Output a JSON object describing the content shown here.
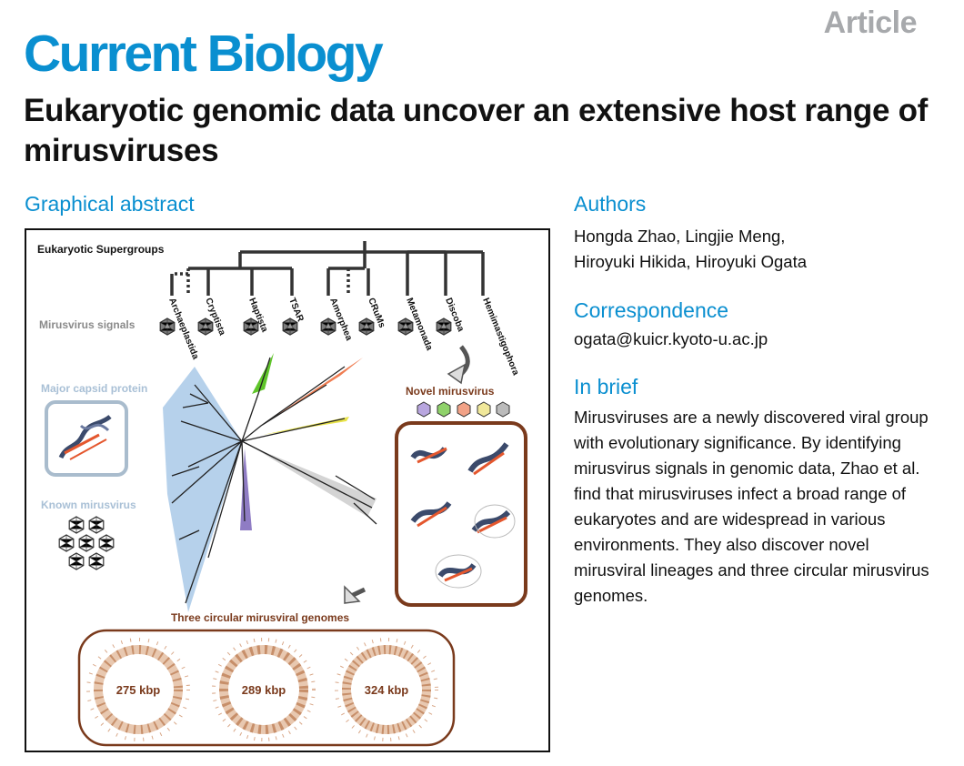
{
  "header": {
    "article_type": "Article",
    "journal": "Current Biology",
    "title": "Eukaryotic genomic data uncover an extensive host range of mirusviruses"
  },
  "sections": {
    "graphical_abstract": "Graphical abstract",
    "authors": "Authors",
    "correspondence": "Correspondence",
    "in_brief": "In brief"
  },
  "authors": {
    "line1": "Hongda Zhao, Lingjie Meng,",
    "line2": "Hiroyuki Hikida, Hiroyuki Ogata"
  },
  "correspondence_email": "ogata@kuicr.kyoto-u.ac.jp",
  "in_brief_text": "Mirusviruses are a newly discovered viral group with evolutionary significance. By identifying mirusvirus signals in genomic data, Zhao et al. find that mirusviruses infect a broad range of eukaryotes and are widespread in various environments. They also discover novel mirusviral lineages and three circular mirusvirus genomes.",
  "graphical_abstract": {
    "supergroups_title": "Eukaryotic Supergroups",
    "supergroups": [
      "Archaeplastida",
      "Cryptista",
      "Haptista",
      "TSAR",
      "Amorphea",
      "CRuMs",
      "Metamonada",
      "Discoba",
      "Hemimastigophora"
    ],
    "mirusvirus_signals_label": "Mirusvirus signals",
    "major_capsid_label": "Major capsid protein",
    "known_mirusvirus_label": "Known mirusvirus",
    "novel_mirusvirus_label": "Novel mirusvirus",
    "genomes_title": "Three circular mirusviral genomes",
    "genomes": [
      "275 kbp",
      "289 kbp",
      "324 kbp"
    ],
    "colors": {
      "accent_blue": "#0a8fd0",
      "known_clade": "#a9c9e8",
      "green_clade": "#5fc52a",
      "orange_clade": "#ef7d52",
      "yellow_clade": "#e8e34a",
      "purple_clade": "#8f7cc4",
      "grey_clade": "#d4d4d4",
      "brown_box": "#7a3a1c",
      "label_grey": "#8a8a8a"
    }
  }
}
